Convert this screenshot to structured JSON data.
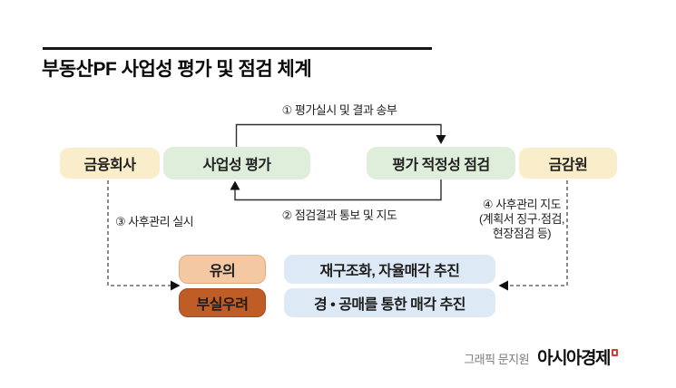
{
  "title": "부동산PF 사업성 평가 및 점검 체계",
  "flow": {
    "financial_company": "금융회사",
    "feasibility_evaluation": "사업성 평가",
    "adequacy_check": "평가 적정성 점검",
    "fss": "금감원"
  },
  "steps": {
    "step1": "① 평가실시 및 결과 송부",
    "step2": "② 점검결과 통보 및 지도",
    "step3": "③ 사후관리 실시",
    "step4_line1": "④ 사후관리 지도",
    "step4_line2": "(계획서 징구·점검,",
    "step4_line3": "현장점검 등)"
  },
  "outcomes": [
    {
      "grade": "유의",
      "action": "재구조화, 자율매각 추진"
    },
    {
      "grade": "부실우려",
      "action": "경 • 공매를 통한 매각 추진"
    }
  ],
  "credit": {
    "label": "그래픽 문지원",
    "brand": "아시아경제"
  },
  "colors": {
    "cream_box": "#FAEDC9",
    "green_box": "#DFEEDA",
    "caution_box": "#F4C8A3",
    "caution_border": "#E3AA80",
    "risk_box": "#C05C26",
    "risk_border": "#A64D1C",
    "action_box": "#DDE9F4",
    "line": "#2E2E2E",
    "brand_red": "#D63A2A"
  }
}
